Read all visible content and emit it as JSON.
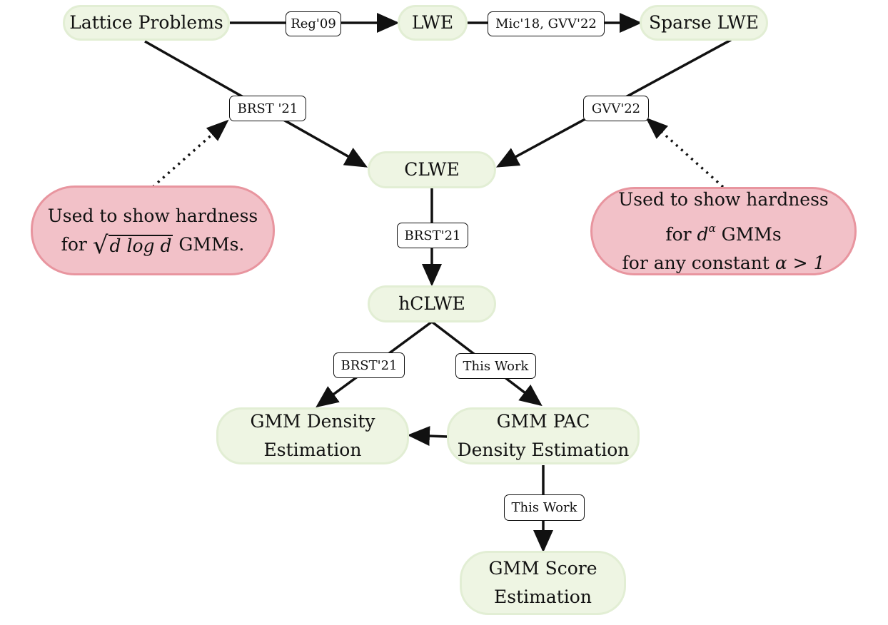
{
  "nodes": {
    "lattice_problems": "Lattice Problems",
    "lwe": "LWE",
    "sparse_lwe": "Sparse LWE",
    "clwe": "CLWE",
    "hclwe": "hCLWE",
    "gmm_density": [
      "GMM Density",
      "Estimation"
    ],
    "gmm_pac": [
      "GMM PAC",
      "Density Estimation"
    ],
    "gmm_score": [
      "GMM Score",
      "Estimation"
    ]
  },
  "notes": {
    "left": {
      "line1": "Used to show hardness",
      "line2_prefix": "for",
      "line2_math": "d log d",
      "line2_suffix": "GMMs."
    },
    "right": {
      "line1": "Used to show hardness",
      "line2_prefix": "for",
      "line2_base": "d",
      "line2_exp": "α",
      "line2_suffix": "GMMs",
      "line3_prefix": "for any constant",
      "line3_math": "α > 1"
    }
  },
  "edge_labels": {
    "reg09": "Reg'09",
    "mic18_gvv22": "Mic'18, GVV'22",
    "brst21_left": "BRST '21",
    "gvv22": "GVV'22",
    "brst21_center": "BRST'21",
    "brst21_lower": "BRST'21",
    "this_work_pac": "This Work",
    "this_work_score": "This Work"
  },
  "colors": {
    "node_fill": "#eef5e3",
    "note_fill": "#f2c1c8",
    "note_border": "#e8959f",
    "edge": "#111111"
  }
}
